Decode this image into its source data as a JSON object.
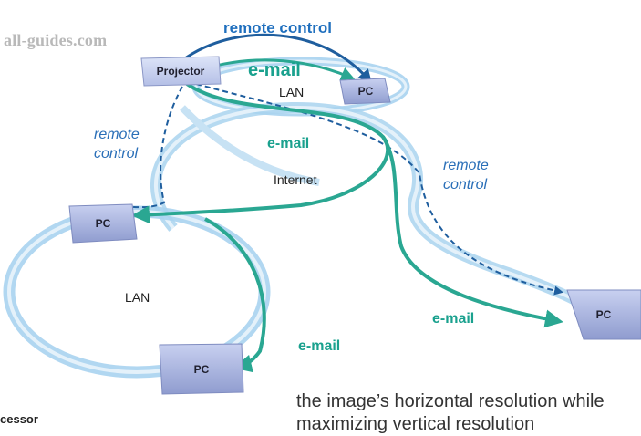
{
  "watermark": "all-guides.com",
  "devices": {
    "projector": "Projector",
    "pc_top": "PC",
    "pc_left": "PC",
    "pc_bottom": "PC",
    "pc_right": "PC"
  },
  "networks": {
    "lan_top": "LAN",
    "lan_bottom": "LAN",
    "internet": "Internet"
  },
  "links": {
    "remote_control_top": "remote control",
    "email_top": "e-mail",
    "email_middle": "e-mail",
    "remote_control_left_1": "remote",
    "remote_control_left_2": "control",
    "remote_control_right_1": "remote",
    "remote_control_right_2": "control",
    "email_right": "e-mail",
    "email_bottom": "e-mail"
  },
  "body_text": {
    "line1": "the image’s horizontal resolution while",
    "line2": "maximizing vertical resolution",
    "fragment": "cessor"
  },
  "colors": {
    "ring": "#a9d3ef",
    "ring_light": "#e4f1fa",
    "email": "#2aa792",
    "remote": "#1f5e9e",
    "device": "#a7b3e0"
  }
}
